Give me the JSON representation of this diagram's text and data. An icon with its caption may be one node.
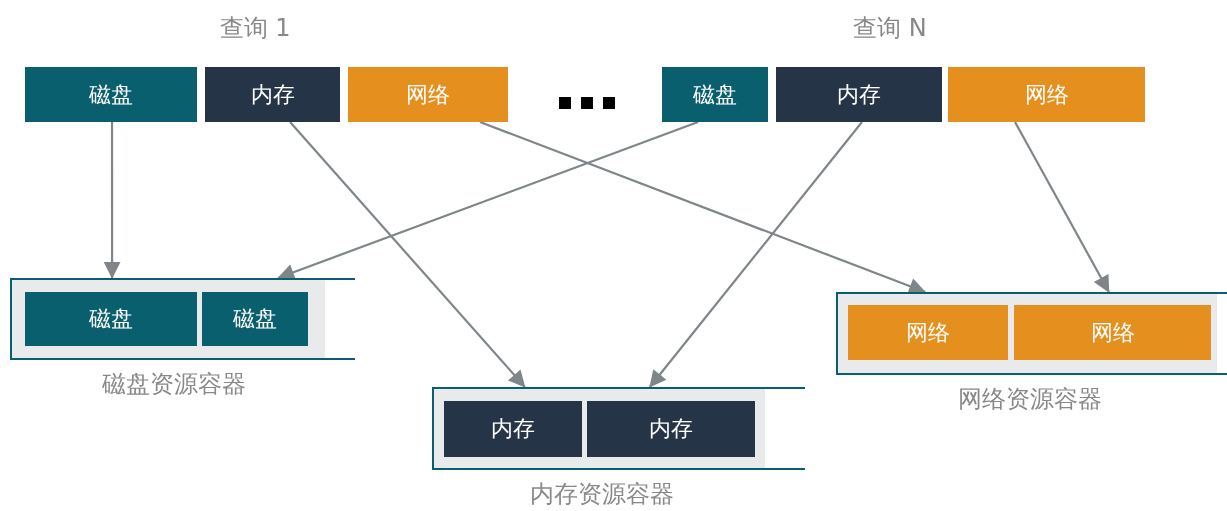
{
  "diagram": {
    "nodes": [
      {
        "text": [
          "磁盘"
        ]
      },
      {
        "text": [
          "内存"
        ]
      },
      {
        "text": [
          "网络"
        ]
      },
      {
        "text": [
          "磁盘"
        ]
      },
      {
        "text": [
          "内存"
        ]
      },
      {
        "text": [
          "网络"
        ]
      },
      {
        "text": [
          "磁盘资源容器"
        ]
      },
      {
        "text": [
          "磁盘"
        ],
        "in": 6
      },
      {
        "text": [
          "磁盘"
        ],
        "in": 6
      },
      {
        "text": [
          "内存资源容器"
        ]
      },
      {
        "text": [
          "内存"
        ],
        "in": 9
      },
      {
        "text": [
          "内存"
        ],
        "in": 9
      },
      {
        "text": [
          "网络资源容器"
        ]
      },
      {
        "text": [
          "网络"
        ],
        "in": 12
      },
      {
        "text": [
          "网络"
        ],
        "in": 12
      }
    ],
    "edges": [
      {
        "from": 0,
        "to": 6,
        "arrow": "to"
      },
      {
        "from": 1,
        "to": 9,
        "arrow": "to"
      },
      {
        "from": 2,
        "to": 12,
        "arrow": "to"
      },
      {
        "from": 3,
        "to": 6,
        "arrow": "to"
      },
      {
        "from": 4,
        "to": 9,
        "arrow": "to"
      },
      {
        "from": 5,
        "to": 12,
        "arrow": "to"
      }
    ],
    "labels": [
      "查询 1",
      "查询 N"
    ]
  }
}
